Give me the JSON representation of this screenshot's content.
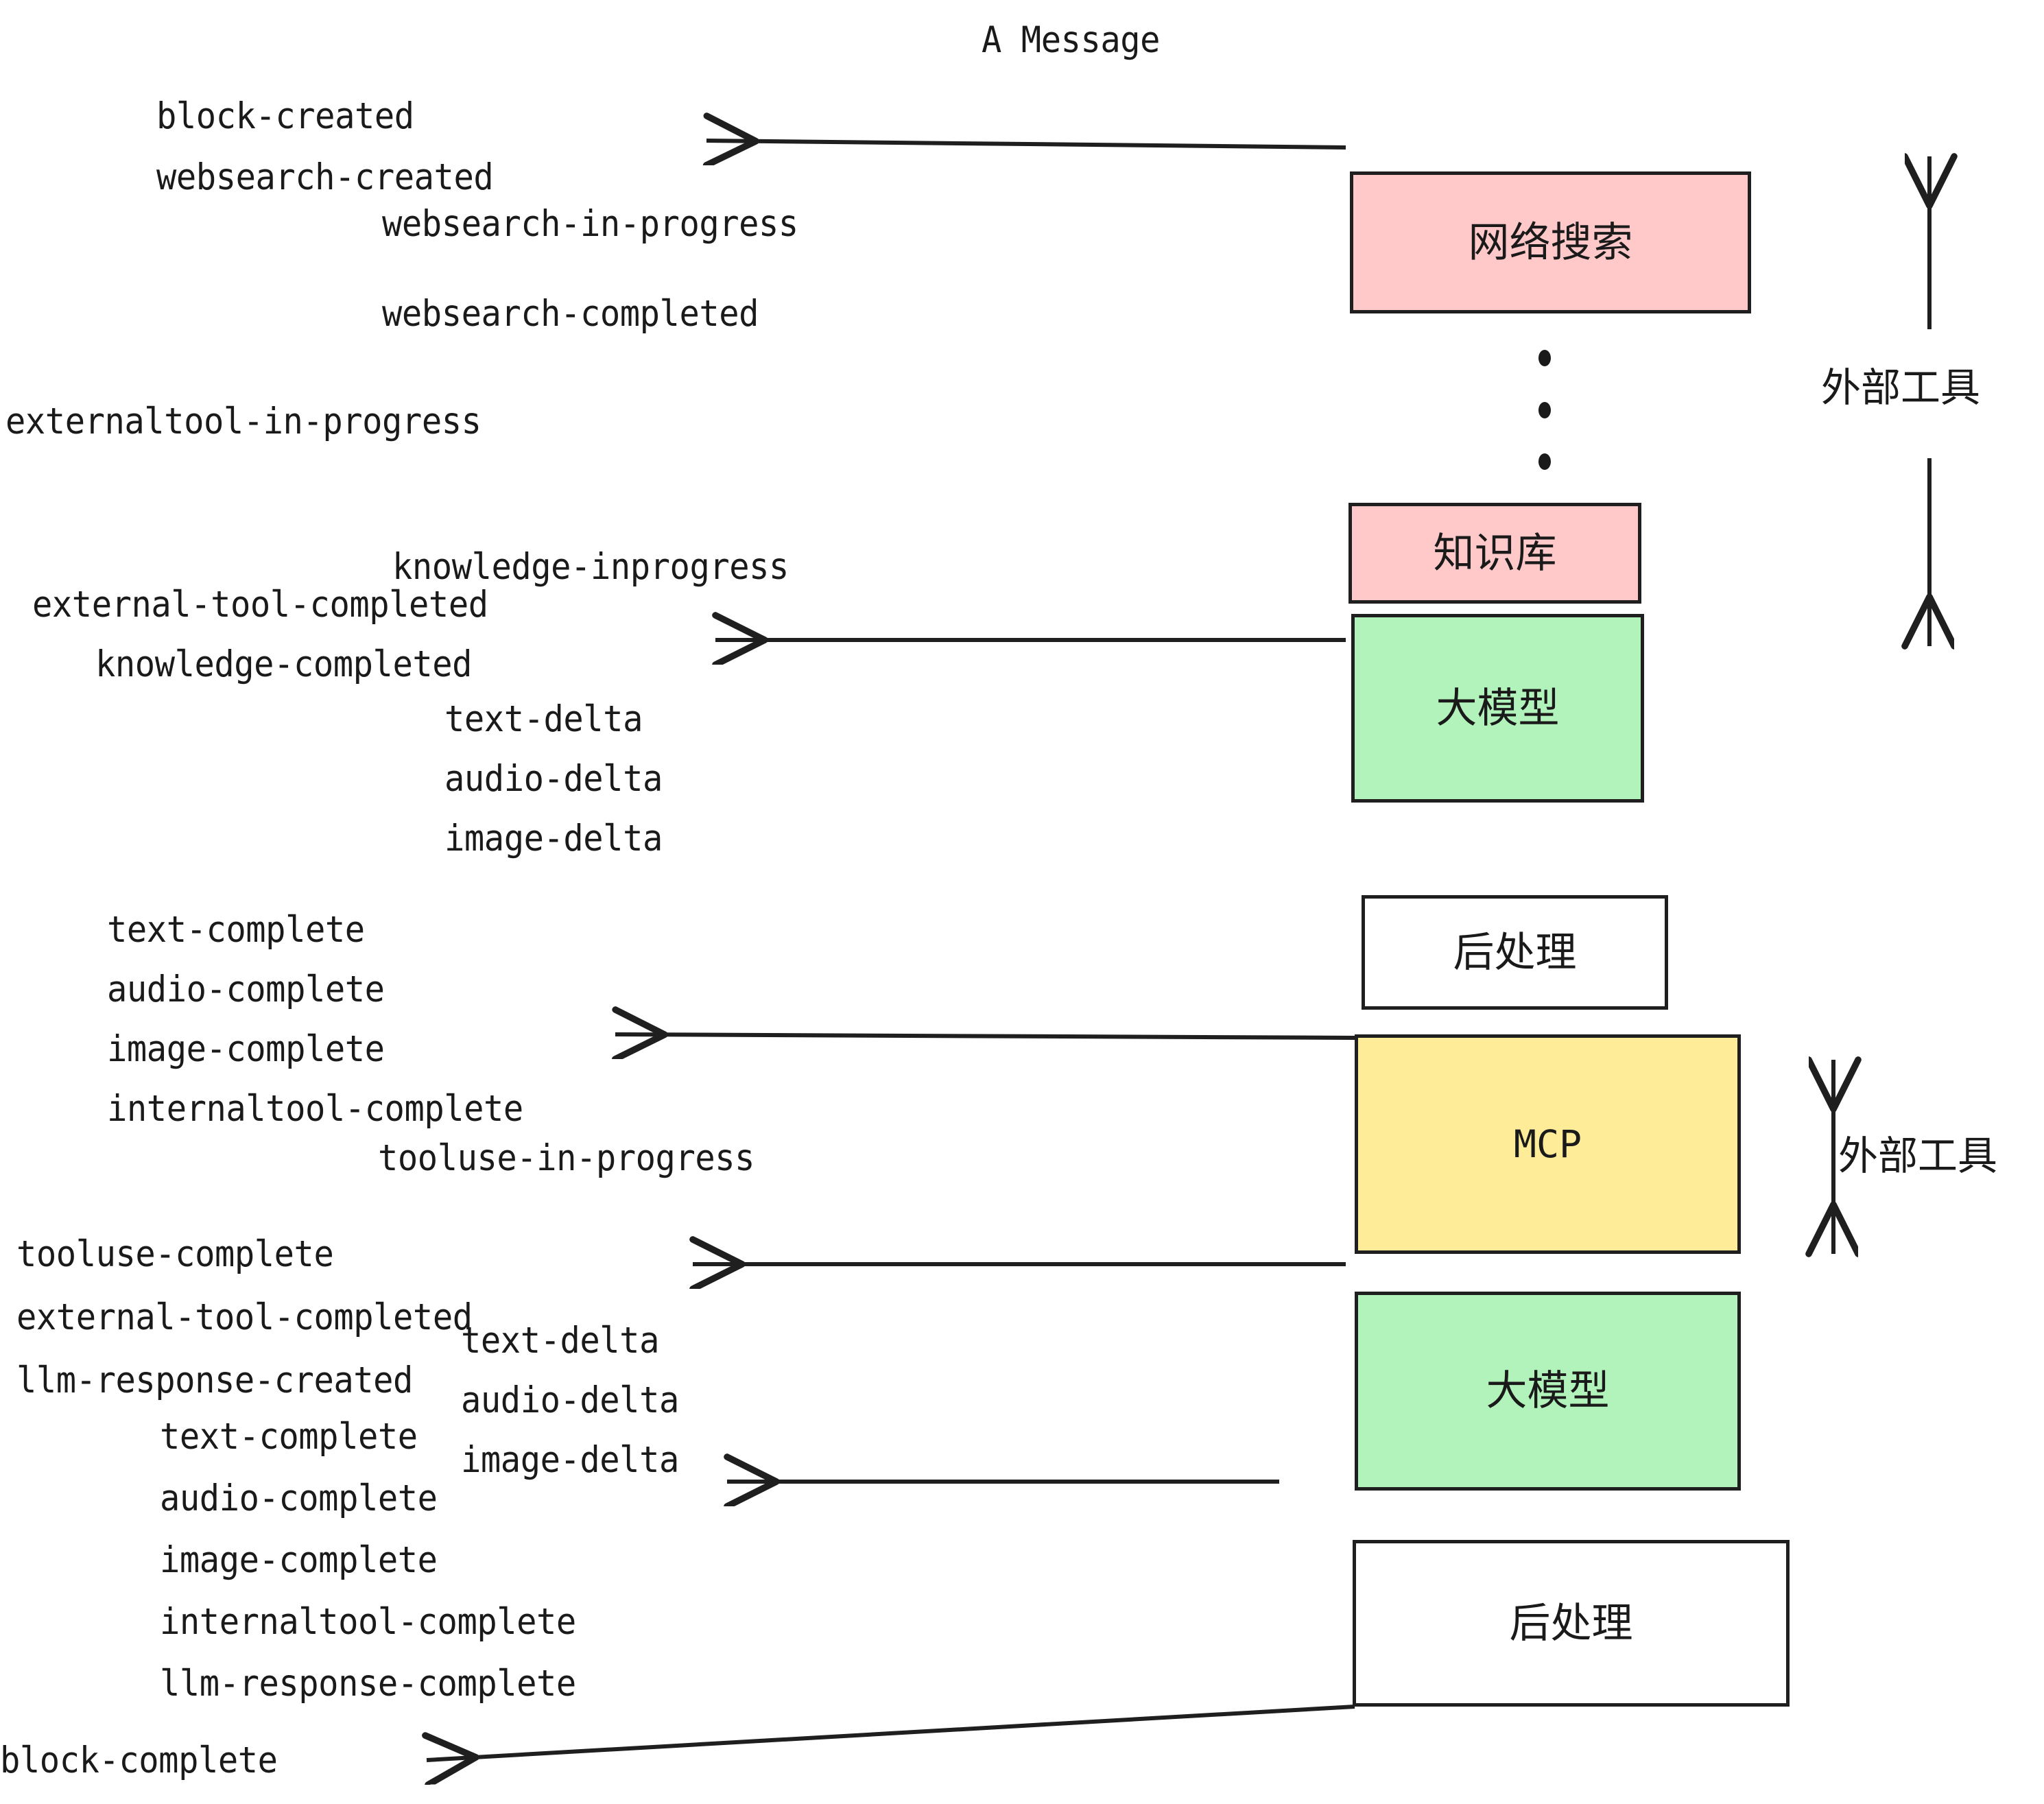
{
  "diagram": {
    "title": "A Message",
    "colors": {
      "pink": "#ffc9c9",
      "green": "#b2f2bb",
      "yellow": "#ffec99",
      "white": "#ffffff",
      "stroke": "#1f1f1f",
      "text": "#1a1a1a"
    },
    "nodes": [
      {
        "id": "websearch",
        "label": "网络搜索",
        "fill": "#ffc9c9"
      },
      {
        "id": "knowledge",
        "label": "知识库",
        "fill": "#ffc9c9"
      },
      {
        "id": "llm1",
        "label": "大模型",
        "fill": "#b2f2bb"
      },
      {
        "id": "post1",
        "label": "后处理",
        "fill": "#ffffff"
      },
      {
        "id": "mcp",
        "label": "MCP",
        "fill": "#ffec99"
      },
      {
        "id": "llm2",
        "label": "大模型",
        "fill": "#b2f2bb"
      },
      {
        "id": "post2",
        "label": "后处理",
        "fill": "#ffffff"
      }
    ],
    "side_labels": [
      {
        "id": "external-tools-upper",
        "label": "外部工具"
      },
      {
        "id": "external-tools-lower",
        "label": "外部工具"
      }
    ],
    "events": [
      {
        "id": "e01",
        "text": "block-created"
      },
      {
        "id": "e02",
        "text": "websearch-created"
      },
      {
        "id": "e03",
        "text": "websearch-in-progress"
      },
      {
        "id": "e04",
        "text": "websearch-completed"
      },
      {
        "id": "e05",
        "text": "externaltool-in-progress"
      },
      {
        "id": "e06",
        "text": "knowledge-inprogress"
      },
      {
        "id": "e07",
        "text": "external-tool-completed"
      },
      {
        "id": "e08",
        "text": "knowledge-completed"
      },
      {
        "id": "e09",
        "text": "text-delta"
      },
      {
        "id": "e10",
        "text": "audio-delta"
      },
      {
        "id": "e11",
        "text": "image-delta"
      },
      {
        "id": "e12",
        "text": "text-complete"
      },
      {
        "id": "e13",
        "text": "audio-complete"
      },
      {
        "id": "e14",
        "text": "image-complete"
      },
      {
        "id": "e15",
        "text": "internaltool-complete"
      },
      {
        "id": "e16",
        "text": "tooluse-in-progress"
      },
      {
        "id": "e17",
        "text": "tooluse-complete"
      },
      {
        "id": "e18",
        "text": "external-tool-completed"
      },
      {
        "id": "e19",
        "text": "llm-response-created"
      },
      {
        "id": "e20",
        "text": "text-delta"
      },
      {
        "id": "e21",
        "text": "audio-delta"
      },
      {
        "id": "e22",
        "text": "image-delta"
      },
      {
        "id": "e23",
        "text": "text-complete"
      },
      {
        "id": "e24",
        "text": "audio-complete"
      },
      {
        "id": "e25",
        "text": "image-complete"
      },
      {
        "id": "e26",
        "text": "internaltool-complete"
      },
      {
        "id": "e27",
        "text": "llm-response-complete"
      },
      {
        "id": "e28",
        "text": "block-complete"
      }
    ]
  }
}
